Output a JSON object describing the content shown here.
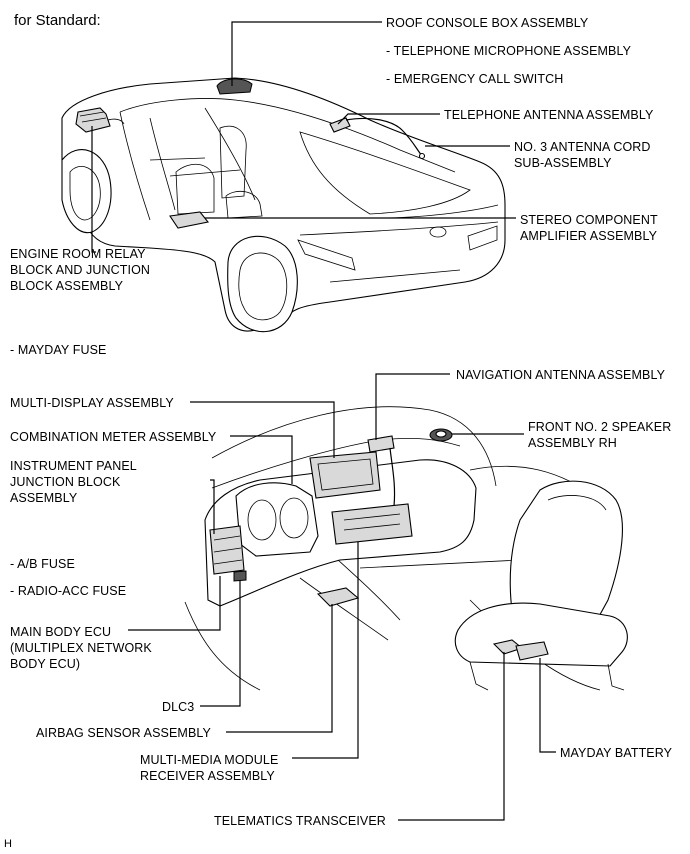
{
  "header": "for Standard:",
  "footer_code": "H",
  "labels": {
    "roof_console": "ROOF CONSOLE BOX ASSEMBLY",
    "telephone_microphone": "- TELEPHONE MICROPHONE ASSEMBLY",
    "emergency_call_switch": "- EMERGENCY CALL SWITCH",
    "telephone_antenna": "TELEPHONE ANTENNA ASSEMBLY",
    "antenna_cord": "NO. 3 ANTENNA CORD\nSUB-ASSEMBLY",
    "stereo_amplifier": "STEREO COMPONENT\nAMPLIFIER ASSEMBLY",
    "engine_room_relay": "ENGINE ROOM RELAY\nBLOCK AND JUNCTION\nBLOCK ASSEMBLY",
    "mayday_fuse": "- MAYDAY FUSE",
    "navigation_antenna": "NAVIGATION ANTENNA ASSEMBLY",
    "multi_display": "MULTI-DISPLAY ASSEMBLY",
    "front_speaker": "FRONT NO. 2 SPEAKER\nASSEMBLY RH",
    "combination_meter": "COMBINATION METER ASSEMBLY",
    "instrument_panel_jb": "INSTRUMENT PANEL\nJUNCTION BLOCK\nASSEMBLY",
    "ab_fuse": "- A/B FUSE",
    "radio_acc_fuse": "- RADIO-ACC FUSE",
    "main_body_ecu": "MAIN BODY ECU\n(MULTIPLEX NETWORK\nBODY ECU)",
    "dlc3": "DLC3",
    "airbag_sensor": "AIRBAG SENSOR ASSEMBLY",
    "multimedia_receiver": "MULTI-MEDIA MODULE\nRECEIVER ASSEMBLY",
    "mayday_battery": "MAYDAY BATTERY",
    "telematics_transceiver": "TELEMATICS TRANSCEIVER"
  }
}
